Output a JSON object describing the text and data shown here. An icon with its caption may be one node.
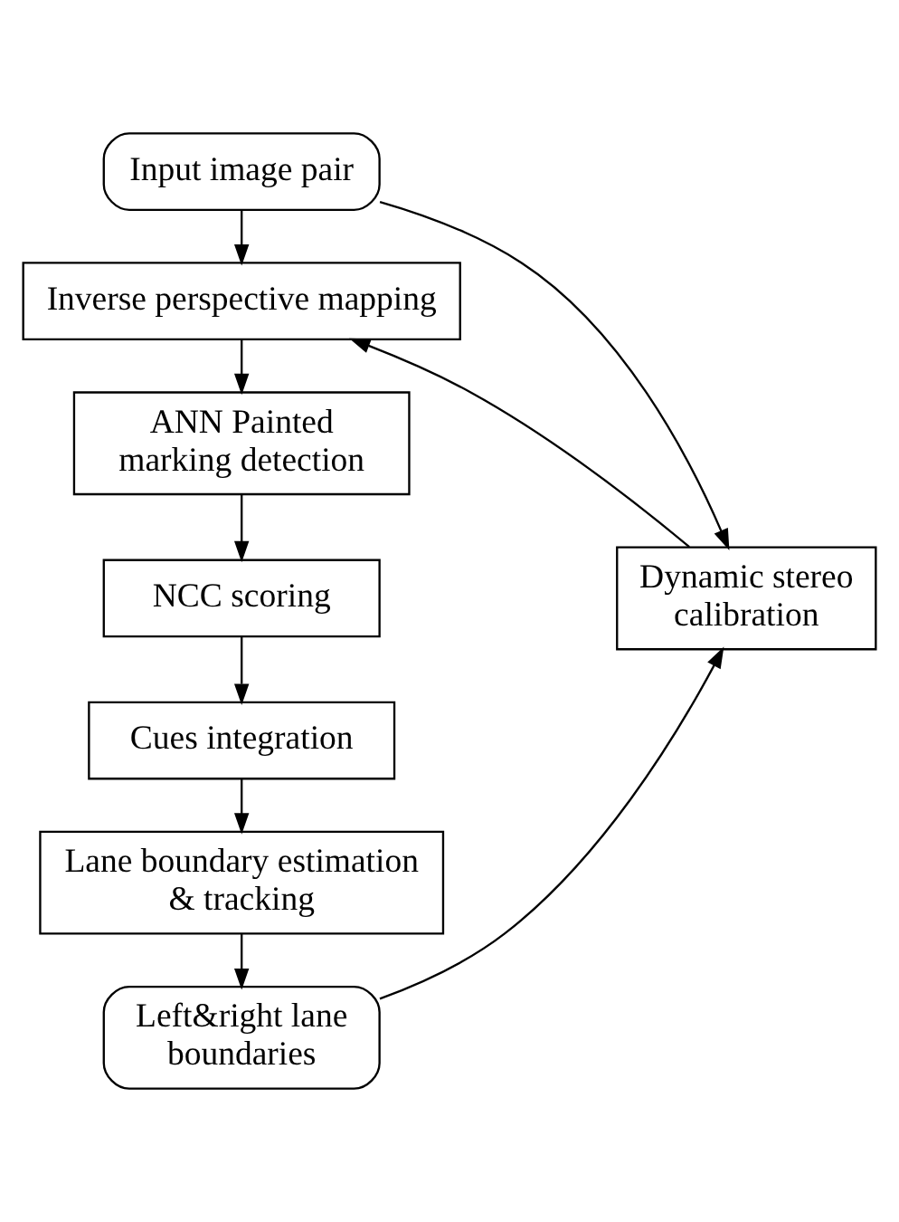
{
  "diagram": {
    "nodes": [
      {
        "text": [
          "Input image pair"
        ]
      },
      {
        "text": [
          "Inverse perspective mapping"
        ]
      },
      {
        "text": [
          "ANN Painted marking detection"
        ]
      },
      {
        "text": [
          "NCC scoring"
        ]
      },
      {
        "text": [
          "Cues integration"
        ]
      },
      {
        "text": [
          "Lane boundary estimation & tracking"
        ]
      },
      {
        "text": [
          "Left&right lane boundaries"
        ]
      },
      {
        "text": [
          "Dynamic stereo calibration"
        ]
      }
    ],
    "edges": [
      {
        "from": 0,
        "to": 1,
        "arrow": "to"
      },
      {
        "from": 1,
        "to": 2,
        "arrow": "to"
      },
      {
        "from": 2,
        "to": 3,
        "arrow": "to"
      },
      {
        "from": 3,
        "to": 4,
        "arrow": "to"
      },
      {
        "from": 4,
        "to": 5,
        "arrow": "to"
      },
      {
        "from": 5,
        "to": 6,
        "arrow": "to"
      },
      {
        "from": 0,
        "to": 7,
        "arrow": "to"
      },
      {
        "from": 7,
        "to": 1,
        "arrow": "to"
      },
      {
        "from": 6,
        "to": 7,
        "arrow": "to"
      }
    ]
  }
}
